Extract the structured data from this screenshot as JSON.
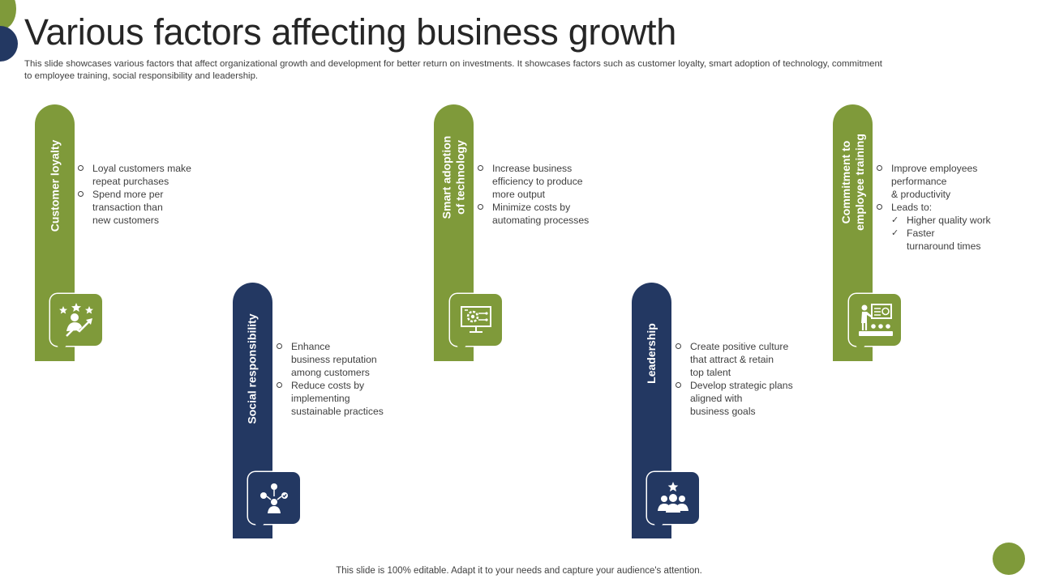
{
  "slide": {
    "title": "Various factors affecting business growth",
    "subtitle": "This slide showcases various factors that affect organizational growth and development for better return on investments. It showcases factors such as customer loyalty, smart adoption of technology, commitment to employee training, social responsibility and leadership.",
    "footer": "This slide is 100% editable. Adapt it to your needs and capture your audience's attention."
  },
  "colors": {
    "green": "#7f9a3a",
    "navy": "#233862",
    "text": "#404040"
  },
  "factors": [
    {
      "label": "Customer loyalty",
      "icon": "customer-rating-growth-icon",
      "bullets": [
        [
          "Loyal customers make",
          "repeat purchases"
        ],
        [
          "Spend more per",
          "transaction than",
          "new customers"
        ]
      ]
    },
    {
      "label": "Social responsibility",
      "icon": "social-network-person-icon",
      "bullets": [
        [
          "Enhance",
          "business reputation",
          "among customers"
        ],
        [
          "Reduce costs by",
          "implementing",
          "sustainable practices"
        ]
      ]
    },
    {
      "label_lines": [
        "Smart adoption",
        "of technology"
      ],
      "icon": "monitor-gear-icon",
      "bullets": [
        [
          "Increase business",
          "efficiency to produce",
          "more output"
        ],
        [
          "Minimize costs by",
          "automating processes"
        ]
      ]
    },
    {
      "label": "Leadership",
      "icon": "team-leader-star-icon",
      "bullets": [
        [
          "Create positive culture",
          "that attract & retain",
          "top talent"
        ],
        [
          "Develop strategic plans",
          "aligned with",
          "business goals"
        ]
      ]
    },
    {
      "label_lines": [
        "Commitment to",
        "employee training"
      ],
      "icon": "training-presentation-icon",
      "bullets": [
        [
          "Improve employees",
          "performance",
          "& productivity"
        ],
        [
          "Leads to:"
        ]
      ],
      "sub_bullets": [
        [
          "Higher quality work"
        ],
        [
          "Faster",
          "turnaround times"
        ]
      ]
    }
  ]
}
